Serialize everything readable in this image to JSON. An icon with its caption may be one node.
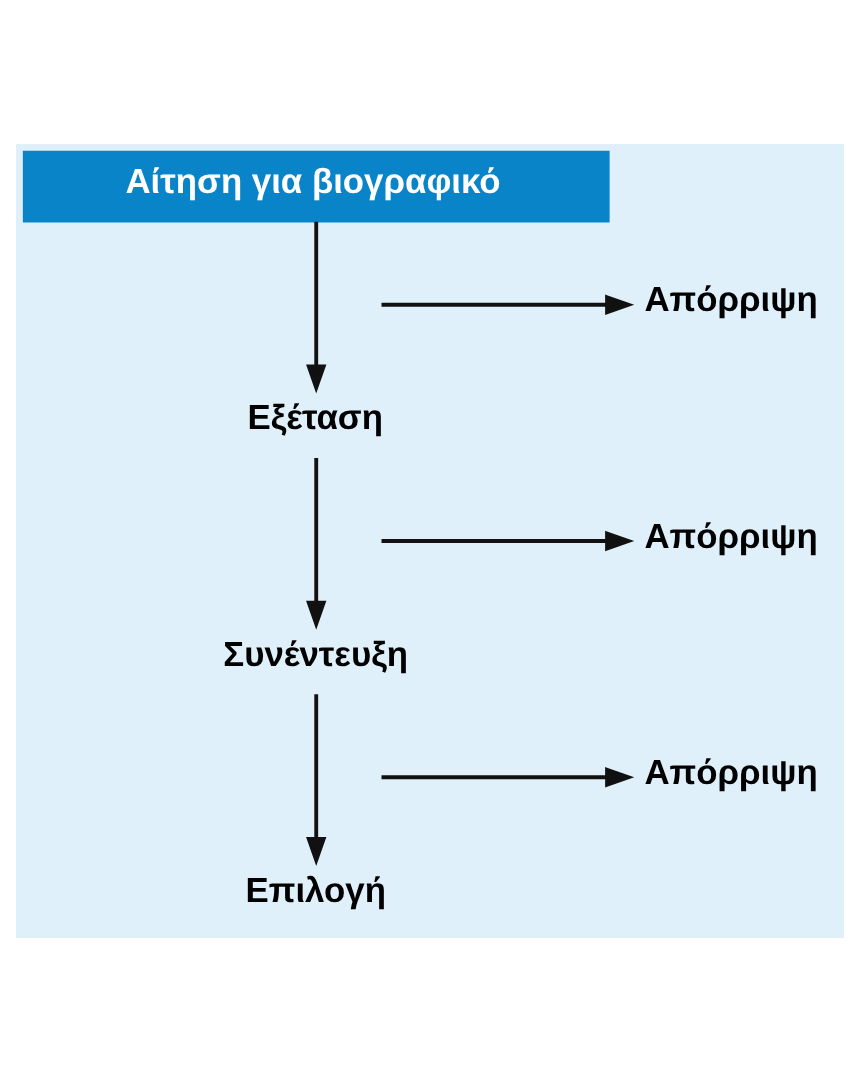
{
  "diagram": {
    "nodes": [
      {
        "text": [
          "Αίτηση για βιογραφικό"
        ]
      },
      {
        "text": [
          "Απόρριψη"
        ]
      },
      {
        "text": [
          "Εξέταση"
        ]
      },
      {
        "text": [
          "Απόρριψη"
        ]
      },
      {
        "text": [
          "Συνέντευξη"
        ]
      },
      {
        "text": [
          "Απόρριψη"
        ]
      },
      {
        "text": [
          "Επιλογή"
        ]
      }
    ],
    "edges": [
      {
        "from": 0,
        "to": 2,
        "arrow": "to"
      },
      {
        "from": null,
        "to": 1,
        "arrow": "to"
      },
      {
        "from": 2,
        "to": 4,
        "arrow": "to"
      },
      {
        "from": null,
        "to": 3,
        "arrow": "to"
      },
      {
        "from": 4,
        "to": 6,
        "arrow": "to"
      },
      {
        "from": null,
        "to": 5,
        "arrow": "to"
      }
    ]
  }
}
